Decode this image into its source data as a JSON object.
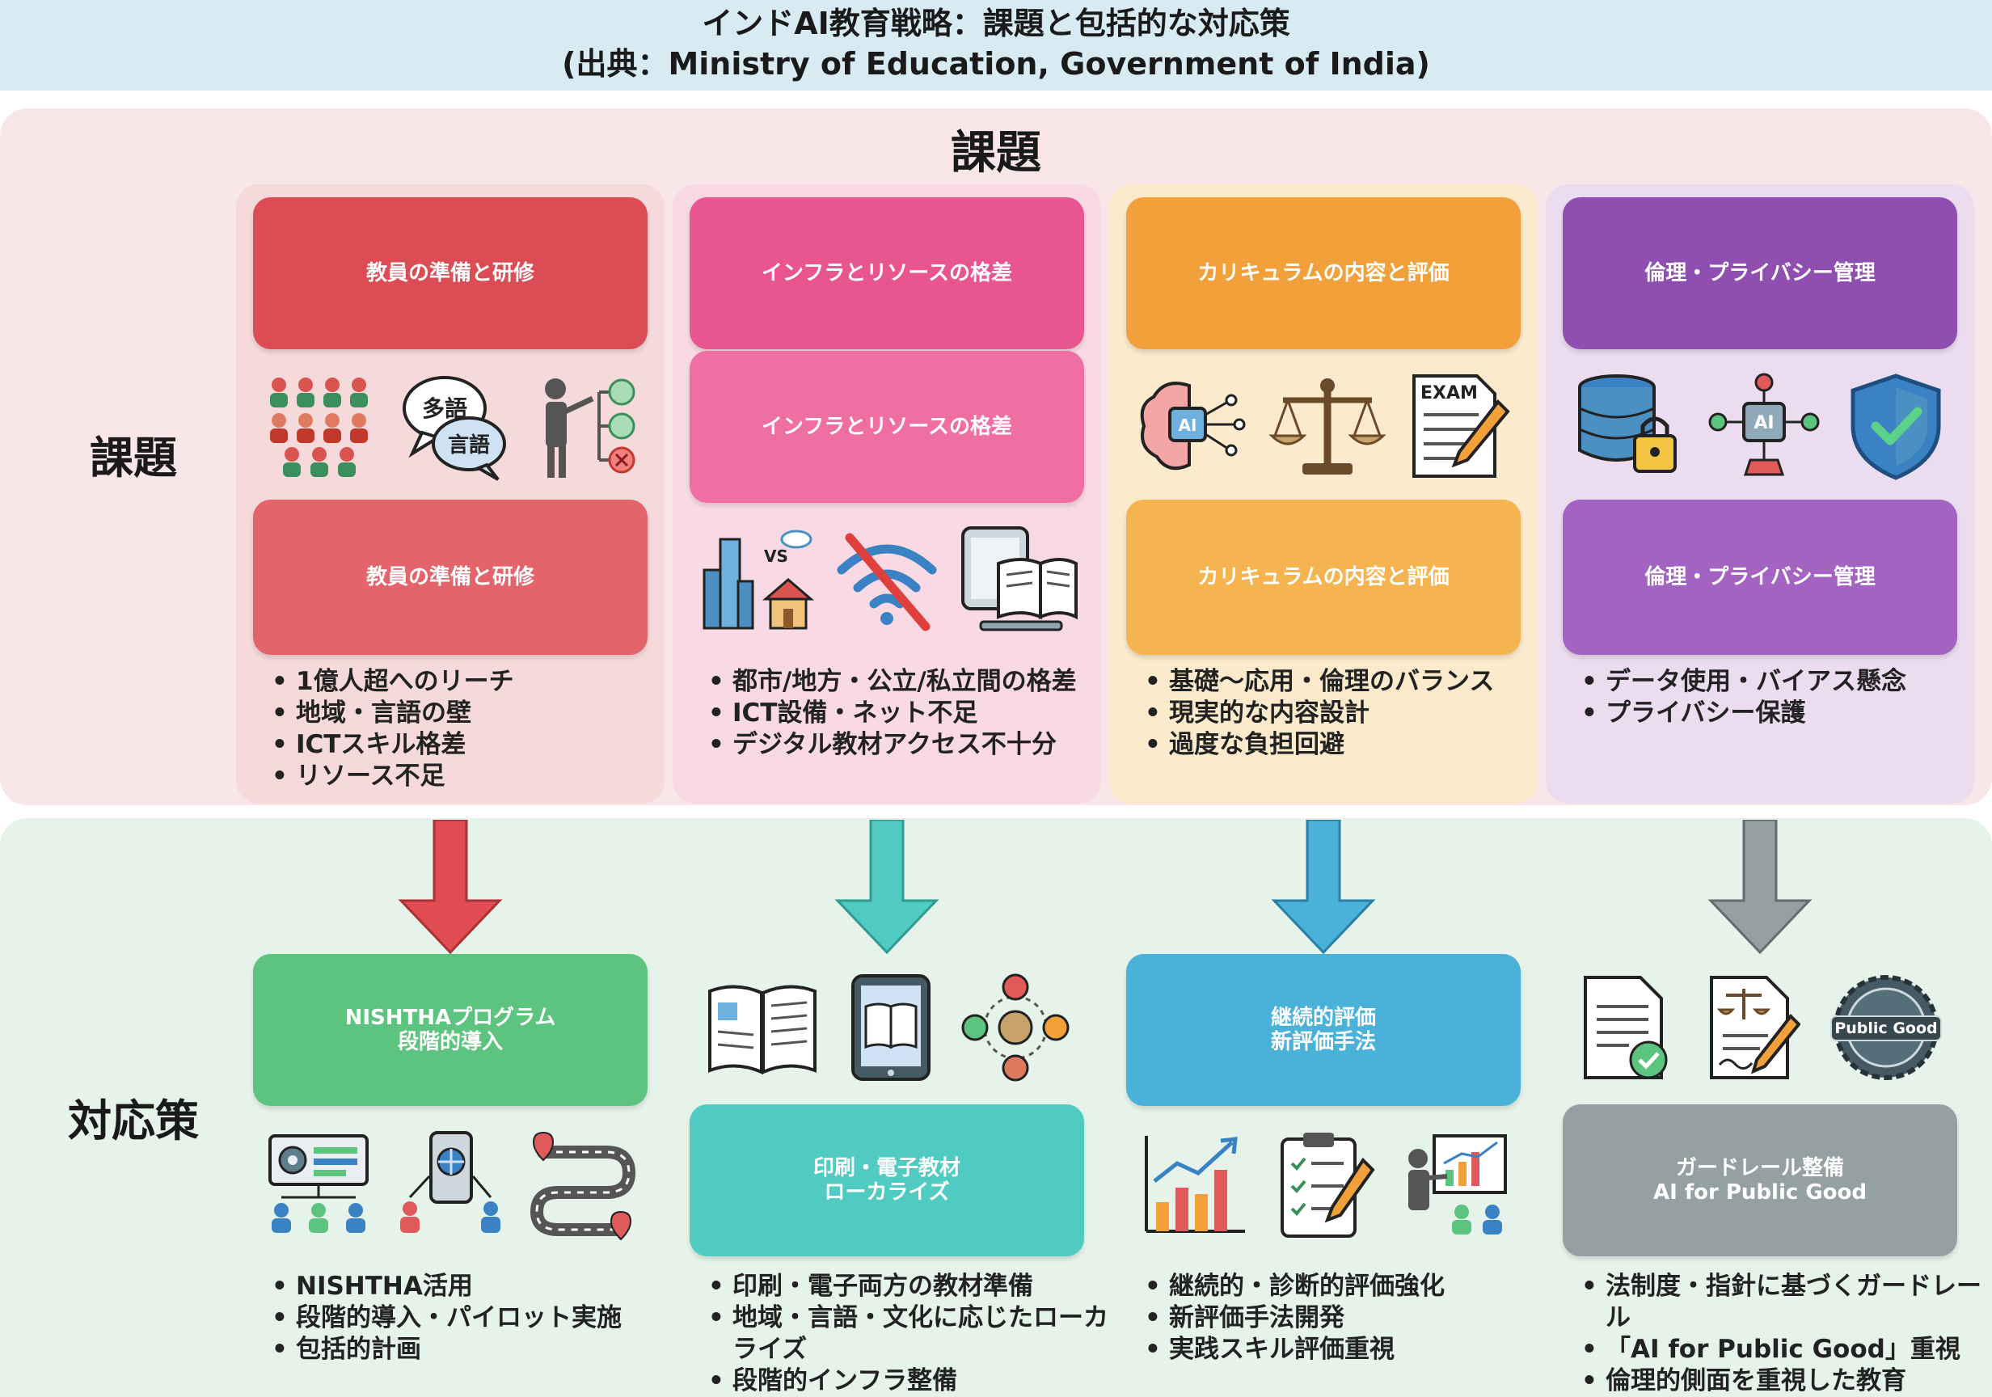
{
  "header": {
    "title": "インドAI教育戦略：課題と包括的な対応策",
    "subtitle": "(出典：Ministry of Education, Government of India)"
  },
  "sections": {
    "challenges_heading": "課題",
    "challenges_label": "課題",
    "responses_label": "対応策"
  },
  "colors": {
    "red": "#dc4c54",
    "pink": "#e8558f",
    "orange": "#f2a03a",
    "purple": "#8e4fb0",
    "green": "#5cc47e",
    "teal": "#4fcbc1",
    "blue": "#4ab2d9",
    "gray": "#95a0a2"
  },
  "challenges": [
    {
      "box_top": "教員の準備と研修",
      "box_bottom": "教員の準備と研修",
      "speech_1": "多語",
      "speech_2": "言語",
      "bullets": [
        "1億人超へのリーチ",
        "地域・言語の壁",
        "ICTスキル格差",
        "リソース不足"
      ]
    },
    {
      "box_top": "インフラとリソースの格差",
      "box_bottom": "インフラとリソースの格差",
      "vs_label": "VS",
      "bullets": [
        "都市/地方・公立/私立間の格差",
        "ICT設備・ネット不足",
        "デジタル教材アクセス不十分"
      ]
    },
    {
      "box_top": "カリキュラムの内容と評価",
      "box_bottom": "カリキュラムの内容と評価",
      "ai_label": "AI",
      "exam_label": "EXAM",
      "bullets": [
        "基礎〜応用・倫理のバランス",
        "現実的な内容設計",
        "過度な負担回避"
      ]
    },
    {
      "box_top": "倫理・プライバシー管理",
      "box_bottom": "倫理・プライバシー管理",
      "ai_label": "AI",
      "bullets": [
        "データ使用・バイアス懸念",
        "プライバシー保護"
      ]
    }
  ],
  "responses": [
    {
      "box_line1": "NISHTHAプログラム",
      "box_line2": "段階的導入",
      "bullets": [
        "NISHTHA活用",
        "段階的導入・パイロット実施",
        "包括的計画"
      ]
    },
    {
      "box_line1": "印刷・電子教材",
      "box_line2": "ローカライズ",
      "bullets": [
        "印刷・電子両方の教材準備",
        "地域・言語・文化に応じたローカ",
        "ライズ",
        "段階的インフラ整備"
      ]
    },
    {
      "box_line1": "継続的評価",
      "box_line2": "新評価手法",
      "bullets": [
        "継続的・診断的評価強化",
        "新評価手法開発",
        "実践スキル評価重視"
      ]
    },
    {
      "box_line1": "ガードレール整備",
      "box_line2": "AI for Public Good",
      "seal_label": "Public Good",
      "bullets": [
        "法制度・指針に基づくガードレール",
        "「AI for Public Good」重視",
        "倫理的側面を重視した教育"
      ]
    }
  ]
}
